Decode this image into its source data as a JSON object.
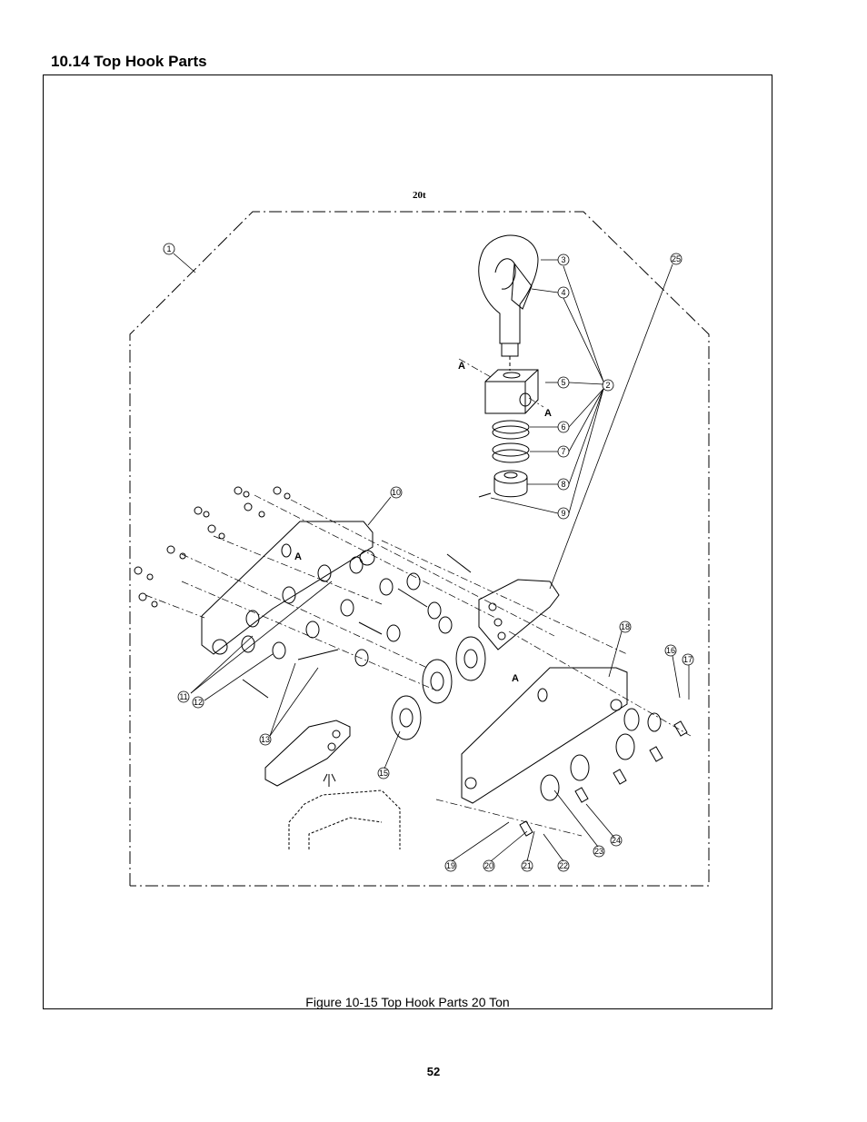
{
  "section": {
    "title": "10.14 Top Hook Parts"
  },
  "figure": {
    "capacity_label": "20t",
    "caption": "Figure 10-15 Top Hook Parts 20 Ton",
    "view_marker": "A",
    "callouts": [
      "1",
      "2",
      "3",
      "4",
      "5",
      "6",
      "7",
      "8",
      "9",
      "10",
      "11",
      "12",
      "13",
      "15",
      "16",
      "17",
      "18",
      "19",
      "20",
      "21",
      "22",
      "23",
      "24",
      "25"
    ]
  },
  "page": {
    "number": "52"
  }
}
